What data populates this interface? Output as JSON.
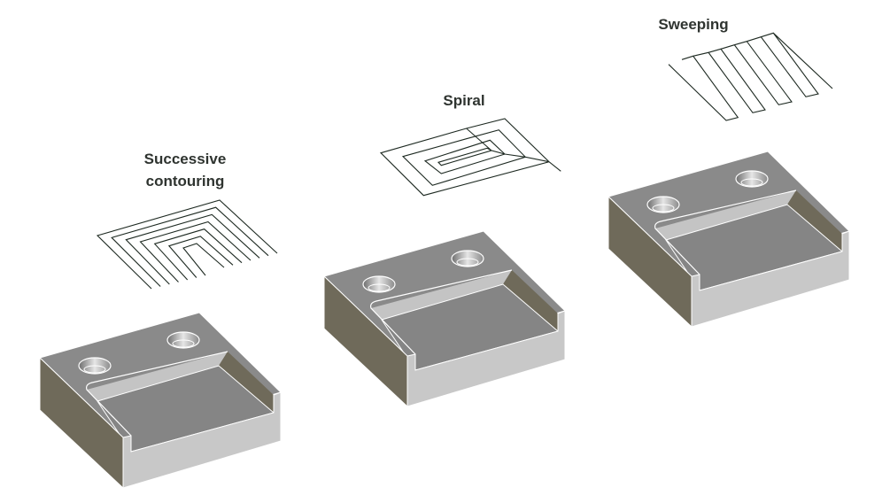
{
  "labels": {
    "contouring_line1": "Successive",
    "contouring_line2": "contouring",
    "spiral": "Spiral",
    "sweeping": "Sweeping"
  },
  "colors": {
    "top_face": "#8a8a8a",
    "side_face_dark": "#6f6a5a",
    "front_face_light": "#c8c8c8",
    "toolpath": "#1e2a22",
    "label_text": "#2f3430"
  }
}
